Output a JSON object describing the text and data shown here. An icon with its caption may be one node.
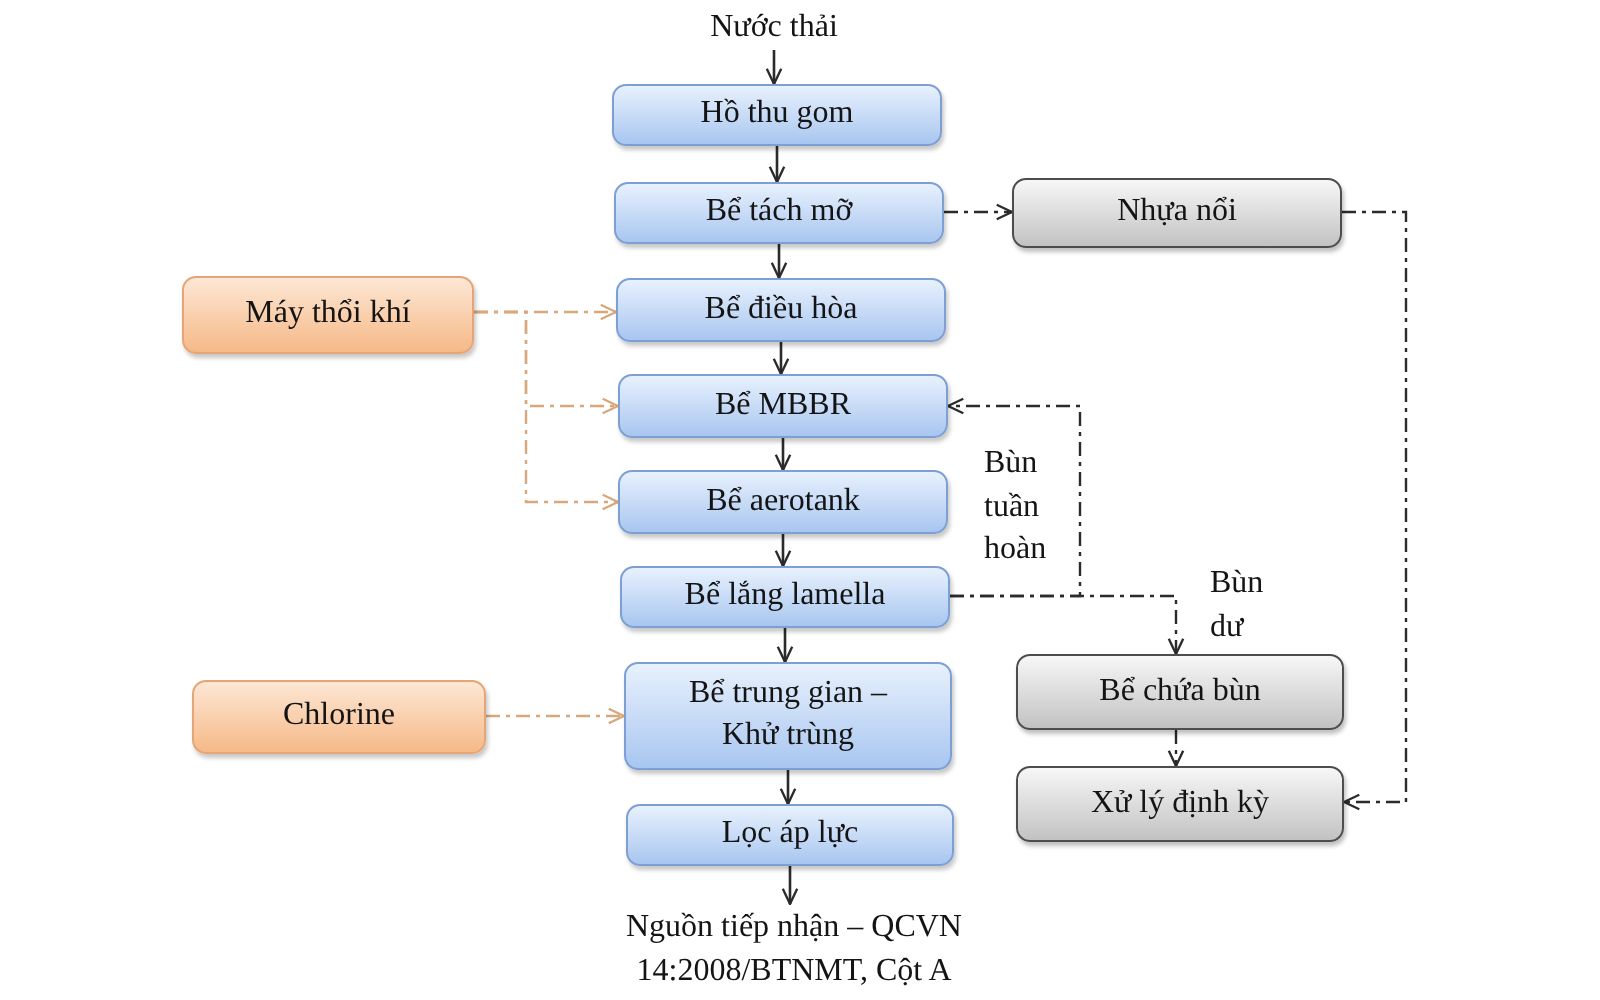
{
  "diagram": {
    "nodes": [
      {
        "text": [
          "Nước thải"
        ]
      },
      {
        "text": [
          "Hồ thu gom"
        ]
      },
      {
        "text": [
          "Bể tách mỡ"
        ]
      },
      {
        "text": [
          "Nhựa nổi"
        ]
      },
      {
        "text": [
          "Máy thổi khí"
        ]
      },
      {
        "text": [
          "Bể điều hòa"
        ]
      },
      {
        "text": [
          "Bể MBBR"
        ]
      },
      {
        "text": [
          "Bể aerotank"
        ]
      },
      {
        "text": [
          "Bể lắng lamella"
        ]
      },
      {
        "text": [
          "Bể chứa bùn"
        ]
      },
      {
        "text": [
          "Chlorine"
        ]
      },
      {
        "text": [
          "Bể trung gian – Khử trùng"
        ]
      },
      {
        "text": [
          "Xử lý định kỳ"
        ]
      },
      {
        "text": [
          "Lọc áp lực"
        ]
      },
      {
        "text": [
          "Nguồn tiếp nhận – QCVN 14:2008/BTNMT, Cột A"
        ]
      }
    ],
    "edges": [
      {
        "from": 0,
        "to": 1,
        "arrow": "to"
      },
      {
        "from": 1,
        "to": 2,
        "arrow": "to"
      },
      {
        "from": 2,
        "to": 3,
        "arrow": "to",
        "style": "dashed"
      },
      {
        "from": 2,
        "to": 5,
        "arrow": "to"
      },
      {
        "from": 4,
        "to": 5,
        "arrow": "to",
        "style": "dashed",
        "color": "#d8a77c"
      },
      {
        "from": 4,
        "to": 6,
        "arrow": "to",
        "style": "dashed",
        "color": "#d8a77c"
      },
      {
        "from": 4,
        "to": 7,
        "arrow": "to",
        "style": "dashed",
        "color": "#d8a77c"
      },
      {
        "from": 5,
        "to": 6,
        "arrow": "to"
      },
      {
        "from": 6,
        "to": 7,
        "arrow": "to"
      },
      {
        "from": 8,
        "to": 6,
        "arrow": "to",
        "style": "dashed",
        "label": "Bùn tuần hoàn"
      },
      {
        "from": 7,
        "to": 8,
        "arrow": "to"
      },
      {
        "from": 8,
        "to": 9,
        "arrow": "to",
        "style": "dashed",
        "label": "Bùn dư"
      },
      {
        "from": 3,
        "to": 12,
        "arrow": "to",
        "style": "dashed"
      },
      {
        "from": 10,
        "to": 11,
        "arrow": "to",
        "style": "dashed",
        "color": "#d8a77c"
      },
      {
        "from": 8,
        "to": 11,
        "arrow": "to"
      },
      {
        "from": 9,
        "to": 12,
        "arrow": "to",
        "style": "dashed"
      },
      {
        "from": 11,
        "to": 13,
        "arrow": "to"
      },
      {
        "from": 13,
        "to": 14,
        "arrow": "to"
      }
    ]
  }
}
